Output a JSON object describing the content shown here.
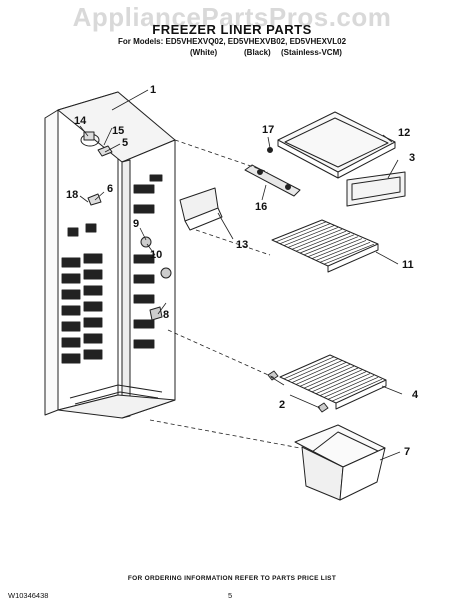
{
  "watermark": "AppliancePartsPros.com",
  "header": {
    "title": "FREEZER LINER PARTS",
    "models_line": "For Models: ED5VHEXVQ02, ED5VHEXVB02, ED5VHEXVL02",
    "variants": [
      "(White)",
      "(Black)",
      "(Stainless-VCM)"
    ]
  },
  "callouts": [
    "1",
    "2",
    "3",
    "4",
    "5",
    "6",
    "7",
    "8",
    "9",
    "10",
    "11",
    "12",
    "13",
    "14",
    "15",
    "16",
    "17",
    "18"
  ],
  "footer": {
    "ordering_note": "FOR ORDERING INFORMATION REFER TO PARTS PRICE LIST",
    "doc_number": "W10346438",
    "page_number": "5"
  },
  "colors": {
    "line": "#222222",
    "watermark": "#d9d9d9",
    "background": "#ffffff"
  }
}
